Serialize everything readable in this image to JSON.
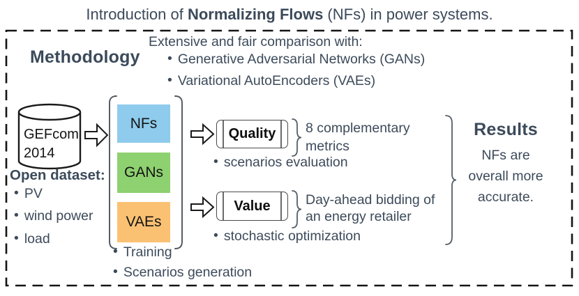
{
  "ui": {
    "bullet": "•"
  },
  "colors": {
    "text": "#3c4a5a",
    "ink": "#141414",
    "nfs_box": "#8fcbec",
    "gans_box": "#8ed170",
    "vaes_box": "#fbc173"
  },
  "title": {
    "prefix": "Introduction of ",
    "bold": "Normalizing Flows",
    "suffix": " (NFs) in power systems."
  },
  "methodology": {
    "heading": "Methodology",
    "comparison_intro": "Extensive and fair comparison with:",
    "comparison_items": [
      "Generative Adversarial Networks (GANs)",
      "Variational AutoEncoders (VAEs)"
    ]
  },
  "dataset": {
    "cylinder_line1": "GEFcom",
    "cylinder_line2": "2014",
    "label": "Open dataset:",
    "items": [
      "PV",
      "wind power",
      "load"
    ]
  },
  "models": {
    "nfs": "NFs",
    "gans": "GANs",
    "vaes": "VAEs",
    "steps": [
      "Training",
      "Scenarios generation"
    ]
  },
  "quality": {
    "label": "Quality",
    "note_lines": [
      "8 complementary",
      "metrics"
    ],
    "bullet_item": "scenarios evaluation"
  },
  "value": {
    "label": "Value",
    "note_lines": [
      "Day-ahead bidding of",
      "an energy retailer"
    ],
    "bullet_item": "stochastic optimization"
  },
  "results": {
    "heading": "Results",
    "lines": [
      "NFs are",
      "overall more",
      "accurate."
    ]
  }
}
